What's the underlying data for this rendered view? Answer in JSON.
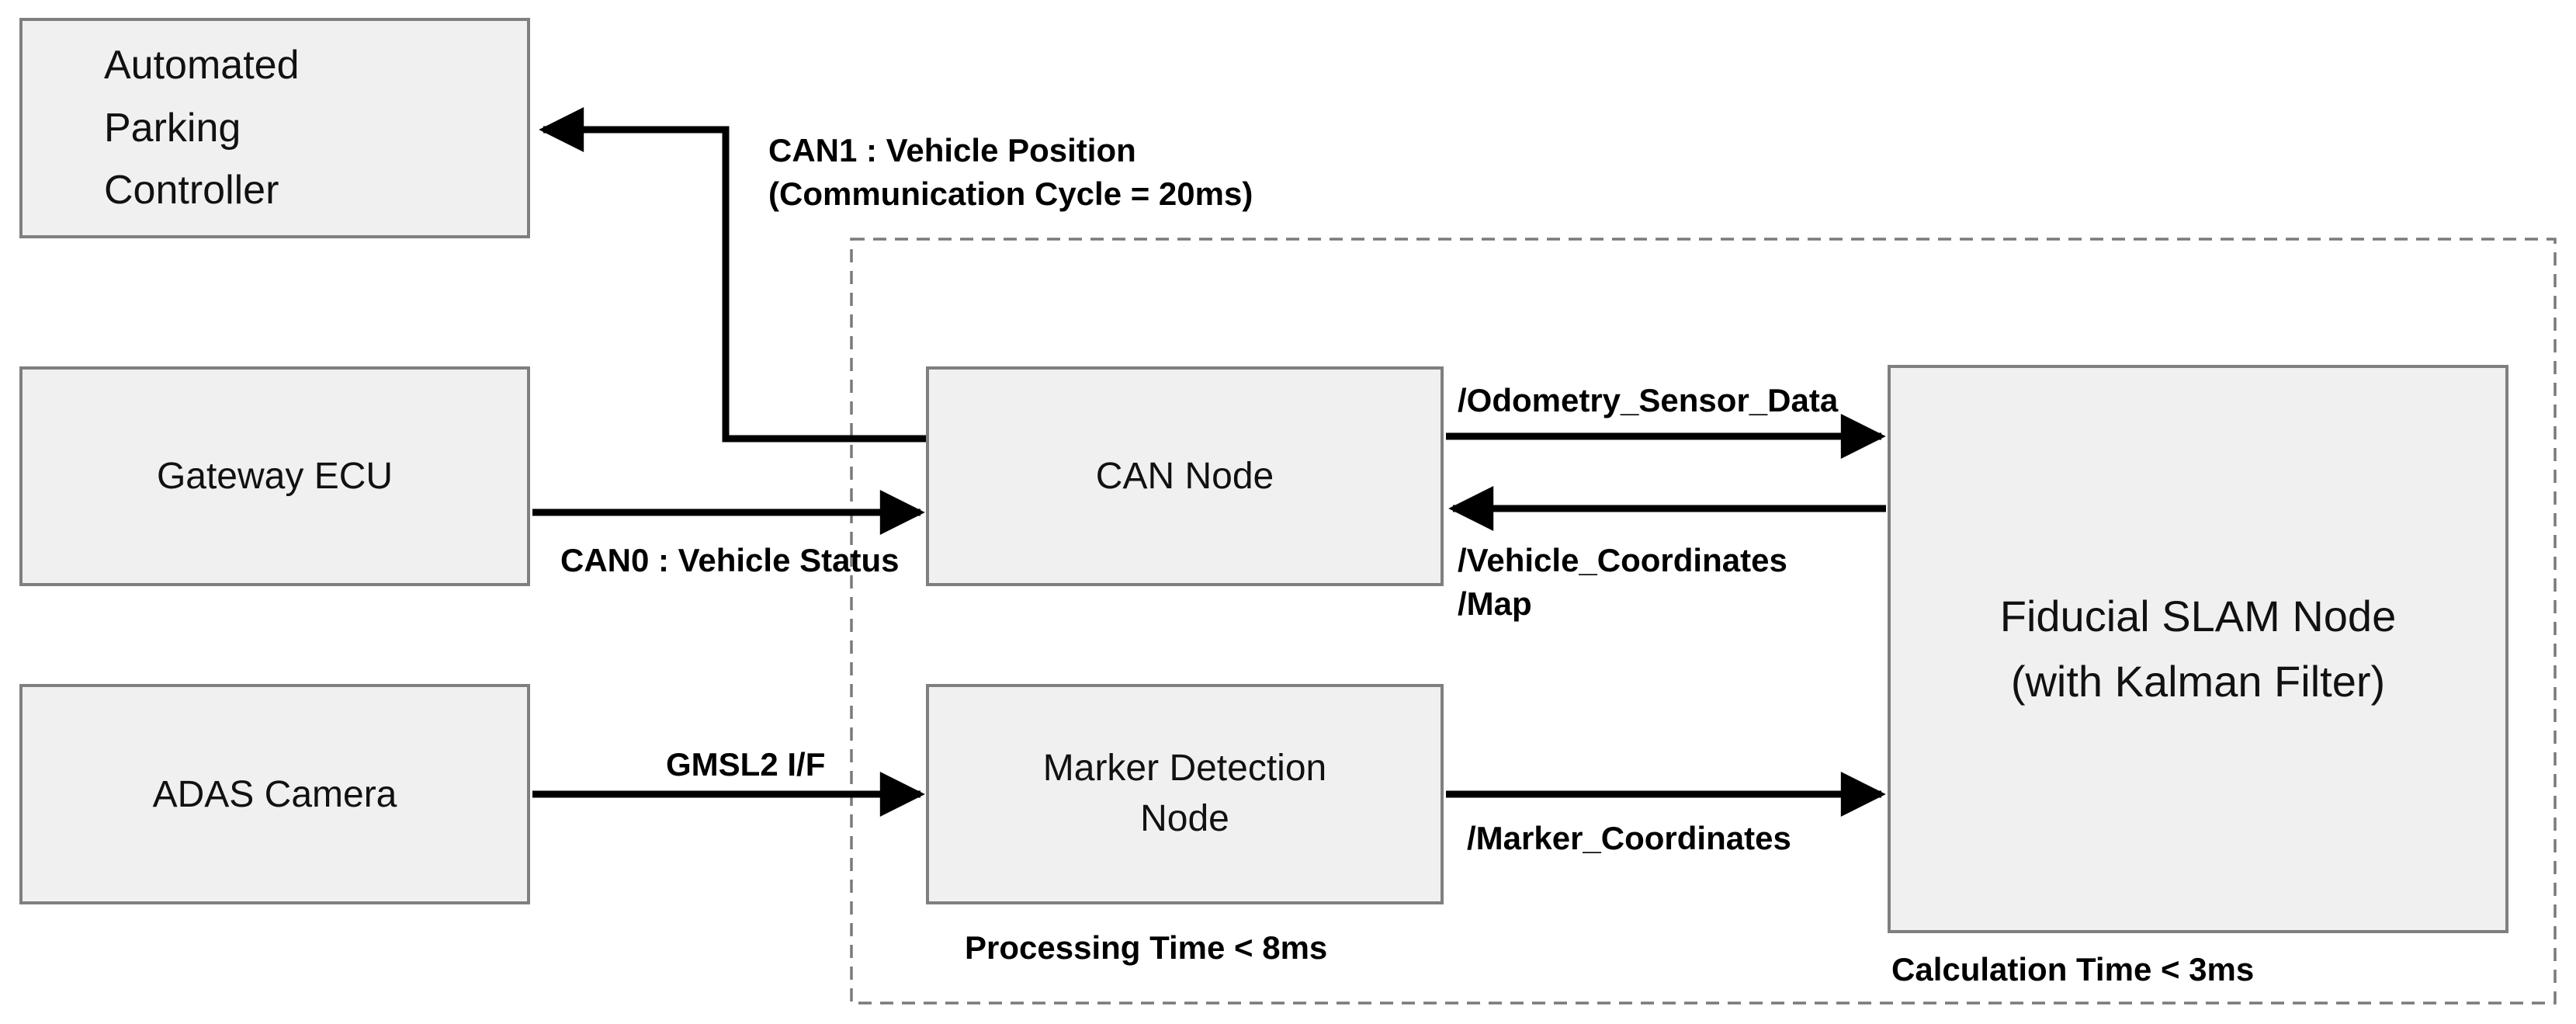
{
  "diagram": {
    "nodes": {
      "apc": {
        "line1": "Automated",
        "line2": "Parking",
        "line3": "Controller"
      },
      "gateway": {
        "label": "Gateway ECU"
      },
      "adas": {
        "label": "ADAS Camera"
      },
      "can": {
        "label": "CAN Node"
      },
      "marker": {
        "line1": "Marker Detection",
        "line2": "Node"
      },
      "slam": {
        "line1": "Fiducial SLAM Node",
        "line2": "(with Kalman Filter)"
      }
    },
    "edges": {
      "can1": {
        "line1": "CAN1 : Vehicle Position",
        "line2": "(Communication Cycle = 20ms)"
      },
      "can0": {
        "label": "CAN0 : Vehicle Status"
      },
      "odometry": {
        "label": "/Odometry_Sensor_Data"
      },
      "vehicle": {
        "line1": "/Vehicle_Coordinates",
        "line2": "/Map"
      },
      "gmsl": {
        "label": "GMSL2 I/F"
      },
      "marker_coords": {
        "label": "/Marker_Coordinates"
      }
    },
    "notes": {
      "processing": "Processing Time < 8ms",
      "calculation": "Calculation Time < 3ms"
    },
    "colors": {
      "box_fill": "#f0f0f0",
      "box_border": "#7f7f7f",
      "dashed_border": "#7a7a7a",
      "arrow": "#000000"
    }
  }
}
